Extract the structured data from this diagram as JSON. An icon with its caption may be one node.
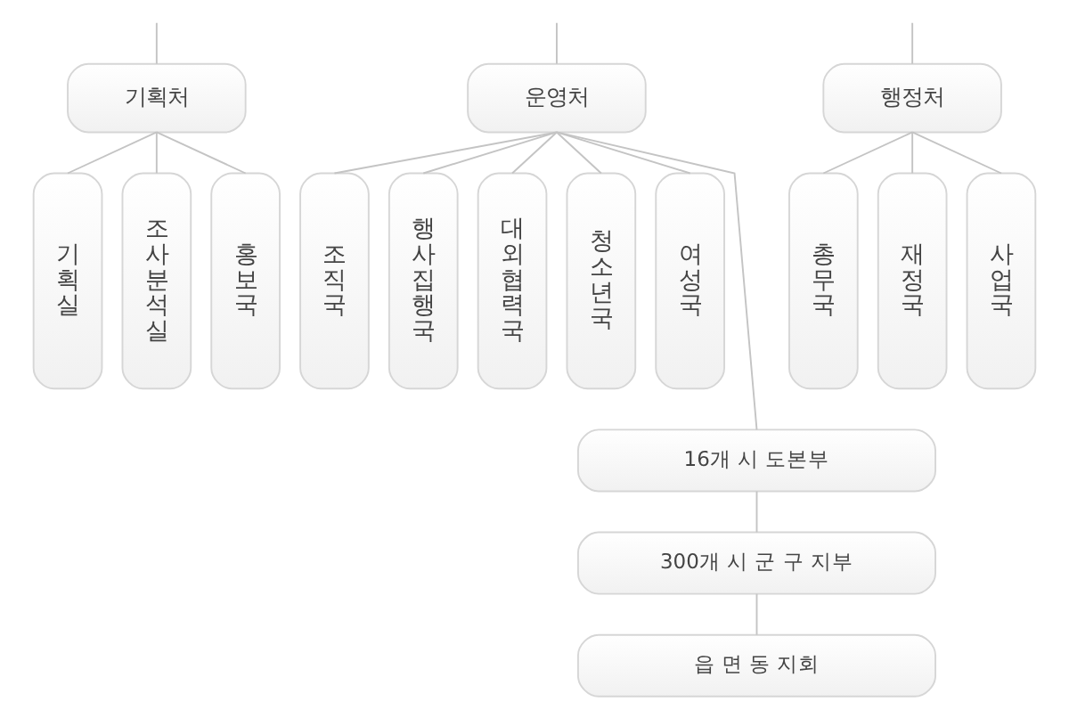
{
  "diagram": {
    "nodes": [
      {
        "text": [
          "기획처"
        ]
      },
      {
        "text": [
          "운영처"
        ]
      },
      {
        "text": [
          "행정처"
        ]
      },
      {
        "text": [
          "기획실"
        ]
      },
      {
        "text": [
          "조사분석실"
        ]
      },
      {
        "text": [
          "홍보국"
        ]
      },
      {
        "text": [
          "조직국"
        ]
      },
      {
        "text": [
          "행사집행국"
        ]
      },
      {
        "text": [
          "대외협력국"
        ]
      },
      {
        "text": [
          "청소년국"
        ]
      },
      {
        "text": [
          "여성국"
        ]
      },
      {
        "text": [
          "총무국"
        ]
      },
      {
        "text": [
          "재정국"
        ]
      },
      {
        "text": [
          "사업국"
        ]
      },
      {
        "text": [
          "16개 시 도본부"
        ]
      },
      {
        "text": [
          "300개 시 군 구 지부"
        ]
      },
      {
        "text": [
          "읍 면 동 지회"
        ]
      }
    ],
    "edges": [
      {
        "from": null,
        "to": 0,
        "arrow": "none"
      },
      {
        "from": null,
        "to": 1,
        "arrow": "none"
      },
      {
        "from": null,
        "to": 2,
        "arrow": "none"
      },
      {
        "from": 0,
        "to": 3,
        "arrow": "none"
      },
      {
        "from": 0,
        "to": 4,
        "arrow": "none"
      },
      {
        "from": 0,
        "to": 5,
        "arrow": "none"
      },
      {
        "from": 1,
        "to": 6,
        "arrow": "none"
      },
      {
        "from": 1,
        "to": 7,
        "arrow": "none"
      },
      {
        "from": 1,
        "to": 8,
        "arrow": "none"
      },
      {
        "from": 1,
        "to": 14,
        "arrow": "none"
      },
      {
        "from": 1,
        "to": 9,
        "arrow": "none"
      },
      {
        "from": 1,
        "to": 10,
        "arrow": "none"
      },
      {
        "from": 2,
        "to": 11,
        "arrow": "none"
      },
      {
        "from": 2,
        "to": 12,
        "arrow": "none"
      },
      {
        "from": 2,
        "to": 13,
        "arrow": "none"
      },
      {
        "from": 14,
        "to": 15,
        "arrow": "none"
      },
      {
        "from": 15,
        "to": 16,
        "arrow": "none"
      }
    ]
  }
}
